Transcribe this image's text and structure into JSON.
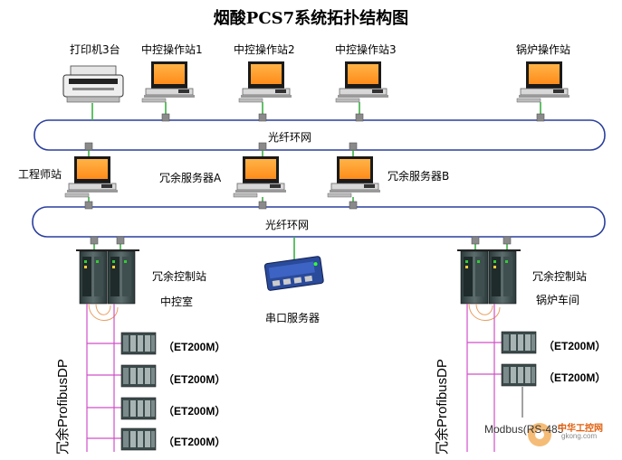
{
  "title": "烟酸PCS7系统拓扑结构图",
  "top_nodes": {
    "printer": "打印机3台",
    "os1": "中控操作站1",
    "os2": "中控操作站2",
    "os3": "中控操作站3",
    "boiler_os": "锅炉操作站"
  },
  "ring1_label": "光纤环网",
  "ring2_label": "光纤环网",
  "mid_nodes": {
    "eng": "工程师站",
    "server_a": "冗余服务器A",
    "server_b": "冗余服务器B"
  },
  "left_station": {
    "name": "冗余控制站",
    "location": "中控室"
  },
  "right_station": {
    "name": "冗余控制站",
    "location": "锅炉车间"
  },
  "serial_server": "串口服务器",
  "bus_label": "冗余ProfibusDP",
  "left_io": [
    "（ET200M）",
    "（ET200M）",
    "（ET200M）",
    "（ET200M）"
  ],
  "right_io": [
    "（ET200M）",
    "（ET200M）"
  ],
  "modbus": "Modbus(RS-485",
  "watermark": {
    "cn": "中华工控网",
    "url": "gkong.com"
  }
}
